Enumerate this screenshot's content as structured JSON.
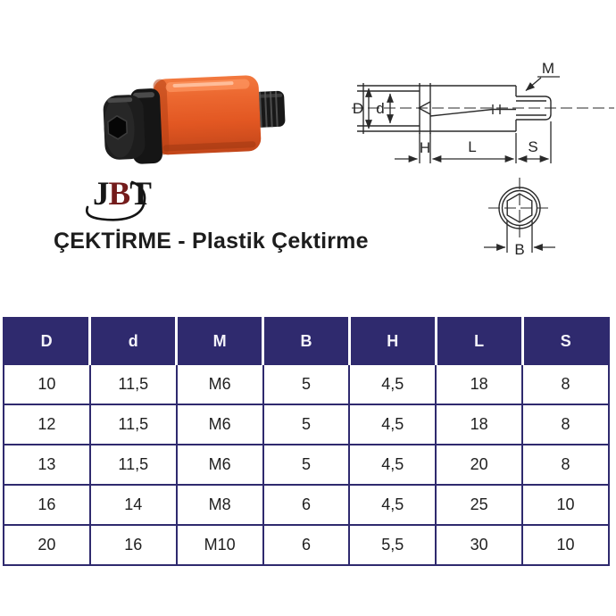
{
  "page": {
    "title": "ÇEKTİRME - Plastik Çektirme"
  },
  "logo": {
    "j": "J",
    "b": "B",
    "t": "T"
  },
  "colors": {
    "table_header_bg": "#2f2a6e",
    "table_border": "#2f2a6e",
    "plastic_orange": "#e45f27",
    "logo_accent": "#741c1c",
    "drawing_line": "#2a2a2a"
  },
  "drawing": {
    "labels": {
      "D": "D",
      "d": "d",
      "M": "M",
      "H": "H",
      "L": "L",
      "S": "S",
      "B": "B"
    }
  },
  "table": {
    "columns": [
      "D",
      "d",
      "M",
      "B",
      "H",
      "L",
      "S"
    ],
    "rows": [
      [
        "10",
        "11,5",
        "M6",
        "5",
        "4,5",
        "18",
        "8"
      ],
      [
        "12",
        "11,5",
        "M6",
        "5",
        "4,5",
        "18",
        "8"
      ],
      [
        "13",
        "11,5",
        "M6",
        "5",
        "4,5",
        "20",
        "8"
      ],
      [
        "16",
        "14",
        "M8",
        "6",
        "4,5",
        "25",
        "10"
      ],
      [
        "20",
        "16",
        "M10",
        "6",
        "5,5",
        "30",
        "10"
      ]
    ]
  }
}
